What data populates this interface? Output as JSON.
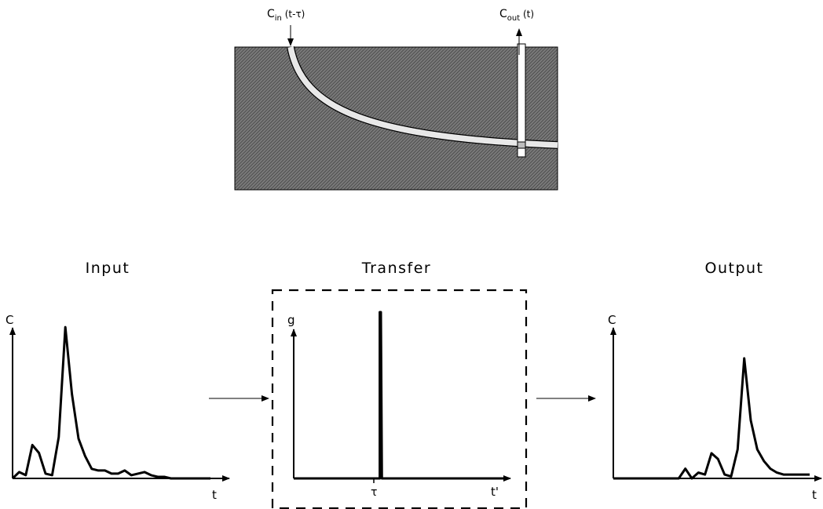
{
  "aquifer": {
    "input_label": "C",
    "input_sub": "in",
    "input_arg": " (t-τ)",
    "output_label": "C",
    "output_sub": "out",
    "output_arg": " (t)"
  },
  "panels": {
    "input": {
      "title": "Input",
      "y_label": "C",
      "x_label": "t"
    },
    "transfer": {
      "title": "Transfer",
      "y_label": "g",
      "x_label": "t'",
      "tau_label": "τ"
    },
    "output": {
      "title": "Output",
      "y_label": "C",
      "x_label": "t"
    }
  },
  "chart_data": [
    {
      "type": "line",
      "name": "input",
      "x": [
        0,
        1,
        2,
        3,
        4,
        5,
        6,
        7,
        8,
        9,
        10,
        11,
        12,
        13,
        14,
        15,
        16,
        17,
        18,
        19,
        20,
        21,
        22,
        23,
        24,
        25,
        26,
        27,
        28,
        29,
        30
      ],
      "y": [
        0,
        0.04,
        0.02,
        0.21,
        0.16,
        0.03,
        0.02,
        0.26,
        0.95,
        0.53,
        0.25,
        0.14,
        0.06,
        0.05,
        0.05,
        0.03,
        0.03,
        0.05,
        0.02,
        0.03,
        0.04,
        0.02,
        0.01,
        0.01,
        0,
        0,
        0,
        0,
        0,
        0,
        0
      ],
      "xlim": [
        0,
        30
      ],
      "ylim": [
        0,
        1
      ]
    },
    {
      "type": "line",
      "name": "transfer",
      "x": [
        0,
        0.4,
        0.4,
        0.405,
        0.41,
        0.41,
        1
      ],
      "y": [
        0,
        0,
        1,
        1,
        0,
        0,
        0
      ],
      "xlim": [
        0,
        1
      ],
      "ylim": [
        0,
        1
      ]
    },
    {
      "type": "line",
      "name": "output",
      "x": [
        0,
        1,
        2,
        3,
        4,
        5,
        6,
        7,
        8,
        9,
        10,
        11,
        12,
        13,
        14,
        15,
        16,
        17,
        18,
        19,
        20,
        21,
        22,
        23,
        24,
        25,
        26,
        27,
        28,
        29,
        30
      ],
      "y": [
        0,
        0,
        0,
        0,
        0,
        0,
        0,
        0,
        0,
        0,
        0,
        0.05,
        0,
        0.03,
        0.02,
        0.13,
        0.1,
        0.02,
        0.01,
        0.15,
        0.62,
        0.3,
        0.15,
        0.09,
        0.05,
        0.03,
        0.02,
        0.02,
        0.02,
        0.02,
        0.02
      ],
      "xlim": [
        0,
        30
      ],
      "ylim": [
        0,
        1
      ]
    }
  ]
}
